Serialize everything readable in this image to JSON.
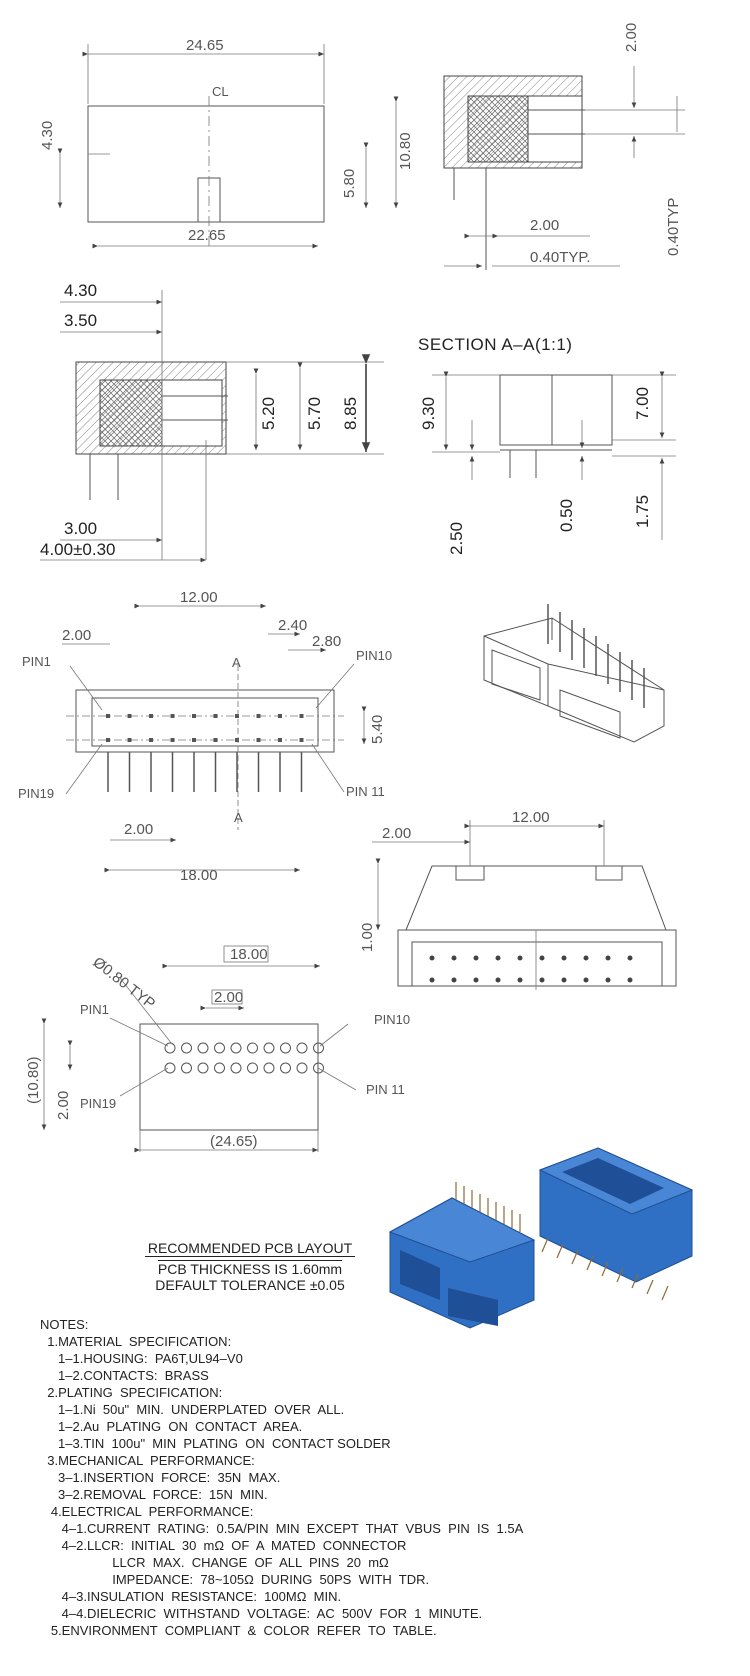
{
  "top_view": {
    "dim_width_top": "24.65",
    "centerline": "CL",
    "dim_height_left": "4.30",
    "dim_inner_height": "5.80",
    "dim_total_height": "10.80",
    "dim_width_bottom": "22.65"
  },
  "side_detail_top_right": {
    "dim_pitch_vertical": "2.00",
    "dim_pitch_horizontal": "2.00",
    "dim_tail_typ": "0.40TYP.",
    "dim_pin_typ_vertical": "0.40TYP"
  },
  "section_view": {
    "dim_a": "4.30",
    "dim_b": "3.50",
    "dim_c": "5.20",
    "dim_d": "5.70",
    "dim_e": "8.85",
    "dim_f": "3.00",
    "dim_g": "4.00±0.30"
  },
  "section_label": "SECTION  A–A(1:1)",
  "end_view": {
    "dim_height": "9.30",
    "dim_body": "7.00",
    "dim_tail": "2.50",
    "dim_pcb": "0.50",
    "dim_standoff": "1.75"
  },
  "front_view": {
    "dim_span": "12.00",
    "dim_pitch": "2.00",
    "dim_offset1": "2.40",
    "dim_offset2": "2.80",
    "dim_rows": "5.40",
    "dim_pitch_bottom": "2.00",
    "dim_total": "18.00",
    "label_pin1": "PIN1",
    "label_pin10": "PIN10",
    "label_pin19": "PIN19",
    "label_pin11": "PIN  11",
    "label_section_a1": "A",
    "label_section_a2": "A"
  },
  "bottom_view": {
    "dim_pitch": "2.00",
    "dim_span": "12.00",
    "dim_height": "1.00"
  },
  "pcb_layout": {
    "dim_span": "18.00",
    "dim_hole": "Ø0.80  TYP",
    "dim_pitch": "2.00",
    "dim_height": "(10.80)",
    "dim_row": "2.00",
    "dim_width": "(24.65)",
    "label_pin1": "PIN1",
    "label_pin10": "PIN10",
    "label_pin19": "PIN19",
    "label_pin11": "PIN  11",
    "title": "RECOMMENDED  PCB  LAYOUT",
    "thickness": "PCB  THICKNESS  IS  1.60mm",
    "tolerance": "DEFAULT  TOLERANCE  ±0.05"
  },
  "notes": [
    "NOTES:",
    "  1.MATERIAL  SPECIFICATION:",
    "     1–1.HOUSING:  PA6T,UL94–V0",
    "     1–2.CONTACTS:  BRASS",
    "  2.PLATING  SPECIFICATION:",
    "     1–1.Ni  50u\"  MIN.  UNDERPLATED  OVER  ALL.",
    "     1–2.Au  PLATING  ON  CONTACT  AREA.",
    "     1–3.TIN  100u\"  MIN  PLATING  ON  CONTACT SOLDER",
    "  3.MECHANICAL  PERFORMANCE:",
    "     3–1.INSERTION  FORCE:  35N  MAX.",
    "     3–2.REMOVAL  FORCE:  15N  MIN.",
    "   4.ELECTRICAL  PERFORMANCE:",
    "      4–1.CURRENT  RATING:  0.5A/PIN  MIN  EXCEPT  THAT  VBUS  PIN  IS  1.5A",
    "      4–2.LLCR:  INITIAL  30  mΩ  OF  A  MATED  CONNECTOR",
    "                    LLCR  MAX.  CHANGE  OF  ALL  PINS  20  mΩ",
    "                    IMPEDANCE:  78~105Ω  DURING  50PS  WITH  TDR.",
    "      4–3.INSULATION  RESISTANCE:  100MΩ  MIN.",
    "      4–4.DIELECRIC  WITHSTAND  VOLTAGE:  AC  500V  FOR  1  MINUTE.",
    "   5.ENVIRONMENT  COMPLIANT  &  COLOR  REFER  TO  TABLE."
  ],
  "colors": {
    "connector_blue": "#2f6fc4",
    "connector_dark": "#1f4f96",
    "line": "#555555"
  }
}
